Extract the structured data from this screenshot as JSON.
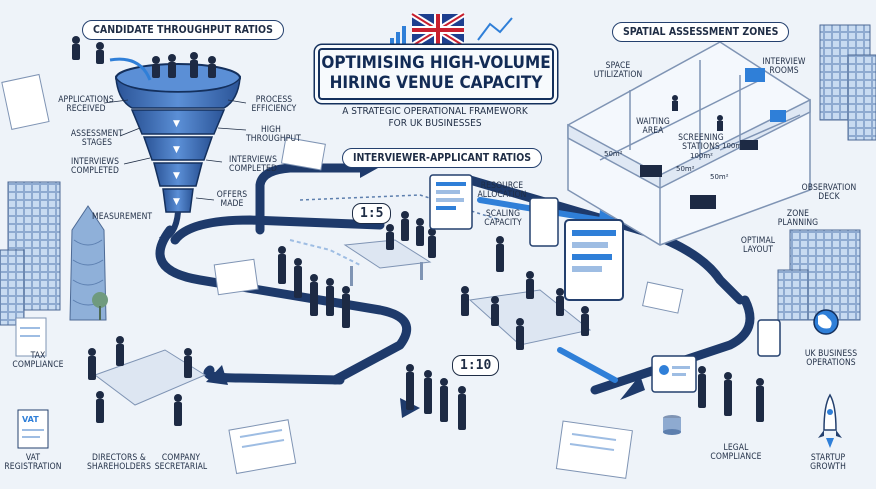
{
  "title": {
    "line1": "OPTIMISING HIGH-VOLUME",
    "line2": "HIRING VENUE CAPACITY",
    "subtitle": "A STRATEGIC OPERATIONAL FRAMEWORK\nFOR UK BUSINESSES"
  },
  "sections": {
    "throughput": "CANDIDATE THROUGHPUT RATIOS",
    "spatial": "SPATIAL ASSESSMENT ZONES",
    "interviewer": "INTERVIEWER-APPLICANT RATIOS"
  },
  "funnel": {
    "left": [
      "APPLICATIONS\nRECEIVED",
      "ASSESSMENT\nSTAGES",
      "INTERVIEWS\nCOMPLETED",
      "MEASUREMENT"
    ],
    "right": [
      "PROCESS\nEFFICIENCY",
      "HIGH\nTHROUGHPUT",
      "INTERVIEWS\nCOMPLETED",
      "OFFERS\nMADE"
    ]
  },
  "zones": {
    "space_utilization": "SPACE\nUTILIZATION",
    "interview_rooms": "INTERVIEW\nROOMS",
    "waiting_area": "WAITING\nAREA",
    "screening_stations": "SCREENING\nSTATIONS",
    "observation_deck": "OBSERVATION\nDECK",
    "zone_planning": "ZONE\nPLANNING",
    "optimal_layout": "OPTIMAL\nLAYOUT",
    "areas": [
      "50m²",
      "100m²",
      "100m²",
      "50m²",
      "50m²"
    ]
  },
  "ratios": {
    "small": "1:5",
    "large": "1:10",
    "resource_allocation": "RESOURCE\nALLOCATION",
    "scaling_capacity": "SCALING\nCAPACITY"
  },
  "bottom": {
    "tax_compliance": "TAX\nCOMPLIANCE",
    "vat_registration": "VAT\nREGISTRATION",
    "vat_doc": "VAT",
    "directors": "DIRECTORS &\nSHAREHOLDERS",
    "company_secretarial": "COMPANY\nSECRETARIAL",
    "legal_compliance": "LEGAL\nCOMPLIANCE",
    "uk_business": "UK BUSINESS\nOPERATIONS",
    "startup_growth": "STARTUP\nGROWTH"
  },
  "colors": {
    "navy": "#14305d",
    "funnel_blue": "#3f6fb3",
    "flow_arrow": "#1e3a6b",
    "accent_blue": "#2f7fd8",
    "background": "#eef3f9"
  }
}
